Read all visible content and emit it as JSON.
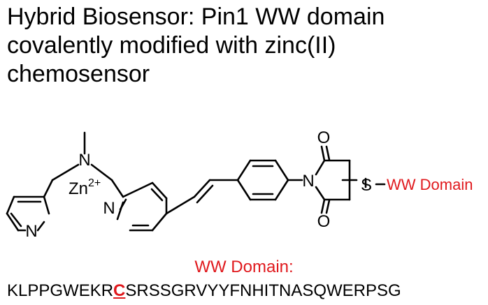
{
  "title": {
    "line1": "Hybrid Biosensor: Pin1 WW domain",
    "line2": "covalently modified with zinc(II)",
    "line3": "chemosensor"
  },
  "structure": {
    "atoms": {
      "n_amine": "N",
      "n_pyridine_left": "N",
      "n_pyridine_right": "N",
      "n_imide": "N",
      "o_top": "O",
      "o_bottom": "O",
      "s_link": "S",
      "zinc": "Zn",
      "zinc_charge": "2+"
    },
    "attachment_label": "WW Domain",
    "colors": {
      "highlight": "#e0191d",
      "ink": "#000000"
    }
  },
  "sequence": {
    "label": "WW Domain:",
    "before": "KLPPGWEKR",
    "highlight": "C",
    "after": "SRSSGRVYYFNHITNASQWERPSG"
  }
}
